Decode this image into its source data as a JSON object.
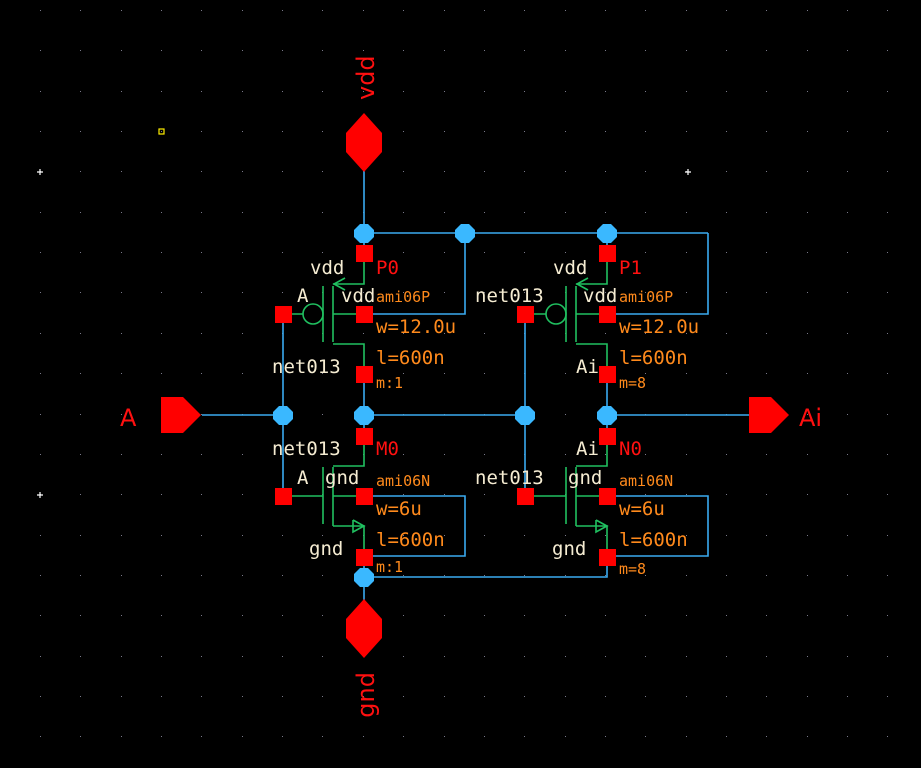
{
  "window": {
    "title": "Schematic Editor"
  },
  "schematic": {
    "pins": {
      "vdd": {
        "label": "vdd",
        "direction": "inputOutput"
      },
      "gnd": {
        "label": "gnd",
        "direction": "inputOutput"
      },
      "A": {
        "label": "A",
        "direction": "input"
      },
      "Ai": {
        "label": "Ai",
        "direction": "output"
      }
    },
    "instances": {
      "P0": {
        "name": "P0",
        "model": "ami06P",
        "width": "w=12.0u",
        "length": "l=600n",
        "mult": "m:1",
        "term_drain": "vdd",
        "term_bulk": "vdd",
        "term_gate": "A",
        "term_source": "net013"
      },
      "P1": {
        "name": "P1",
        "model": "ami06P",
        "width": "w=12.0u",
        "length": "l=600n",
        "mult": "m=8",
        "term_drain": "vdd",
        "term_bulk": "vdd",
        "term_gate": "net013",
        "term_source": "Ai"
      },
      "M0": {
        "name": "M0",
        "model": "ami06N",
        "width": "w=6u",
        "length": "l=600n",
        "mult": "m:1",
        "term_drain": "net013",
        "term_bulk": "gnd",
        "term_gate": "A",
        "term_source": "gnd"
      },
      "N0": {
        "name": "N0",
        "model": "ami06N",
        "width": "w=6u",
        "length": "l=600n",
        "mult": "m=8",
        "term_drain": "Ai",
        "term_bulk": "gnd",
        "term_gate": "net013",
        "term_source": "gnd"
      }
    },
    "nets": [
      "vdd",
      "gnd",
      "A",
      "Ai",
      "net013"
    ],
    "colors": {
      "background": "#000000",
      "wire": "#3aaaf0",
      "device": "#20c060",
      "pin": "#ff0000",
      "instance_name": "#ff1010",
      "parameter": "#ff8a1c",
      "terminal_label": "#f5ecd2",
      "selection_marker": "#ffee00"
    }
  }
}
